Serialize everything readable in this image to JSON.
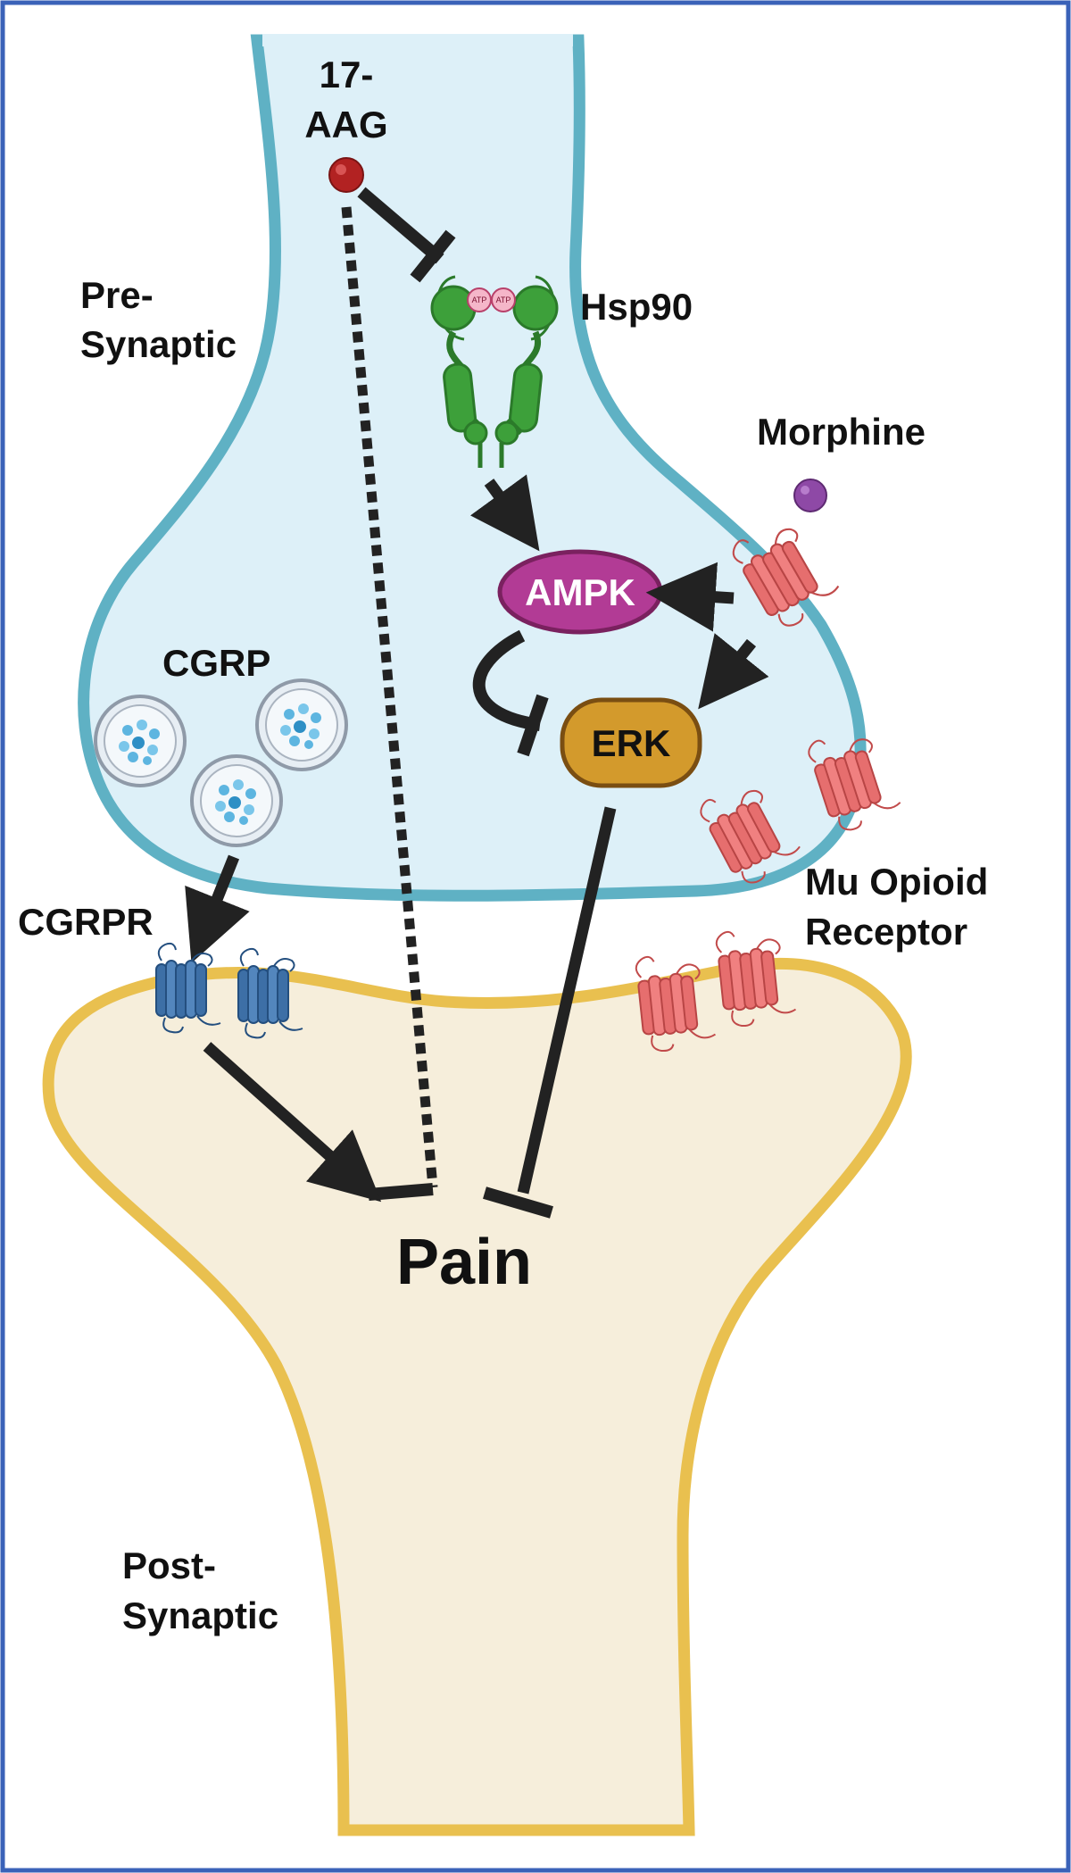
{
  "labels": {
    "drug": [
      "17-",
      "AAG"
    ],
    "hsp90": "Hsp90",
    "presynaptic": [
      "Pre-",
      "Synaptic"
    ],
    "morphine": "Morphine",
    "ampk": "AMPK",
    "erk": "ERK",
    "cgrp": "CGRP",
    "cgrpr": "CGRPR",
    "mor": [
      "Mu Opioid",
      "Receptor"
    ],
    "pain": "Pain",
    "postsynaptic": [
      "Post-",
      "Synaptic"
    ],
    "atp": "ATP"
  },
  "colors": {
    "frame": "#3a62b8",
    "presynaptic_fill": "#ddf0f8",
    "presynaptic_border": "#5fb1c4",
    "postsynaptic_fill": "#f6eedb",
    "postsynaptic_border": "#e9c04f",
    "drug": "#b22222",
    "morphine": "#8e49a6",
    "hsp90": "#3da03a",
    "ampk": "#b23b95",
    "erk": "#d39a2c",
    "mor": "#e06a6a",
    "cgrpr": "#3d6fa6",
    "vesicle": "#7fc5e0",
    "arrow": "#222222"
  },
  "relations": [
    {
      "from": "17-AAG",
      "to": "Hsp90",
      "type": "inhibits"
    },
    {
      "from": "Hsp90",
      "to": "AMPK",
      "type": "activates"
    },
    {
      "from": "Mu Opioid Receptor",
      "to": "AMPK",
      "type": "activates"
    },
    {
      "from": "Mu Opioid Receptor",
      "to": "ERK",
      "type": "activates"
    },
    {
      "from": "AMPK",
      "to": "ERK",
      "type": "inhibits"
    },
    {
      "from": "ERK",
      "to": "Pain",
      "type": "inhibits"
    },
    {
      "from": "17-AAG",
      "to": "Pain",
      "type": "inhibits (indirect, dotted)"
    },
    {
      "from": "CGRP",
      "to": "CGRPR",
      "type": "activates"
    },
    {
      "from": "CGRPR",
      "to": "Pain",
      "type": "activates"
    }
  ]
}
